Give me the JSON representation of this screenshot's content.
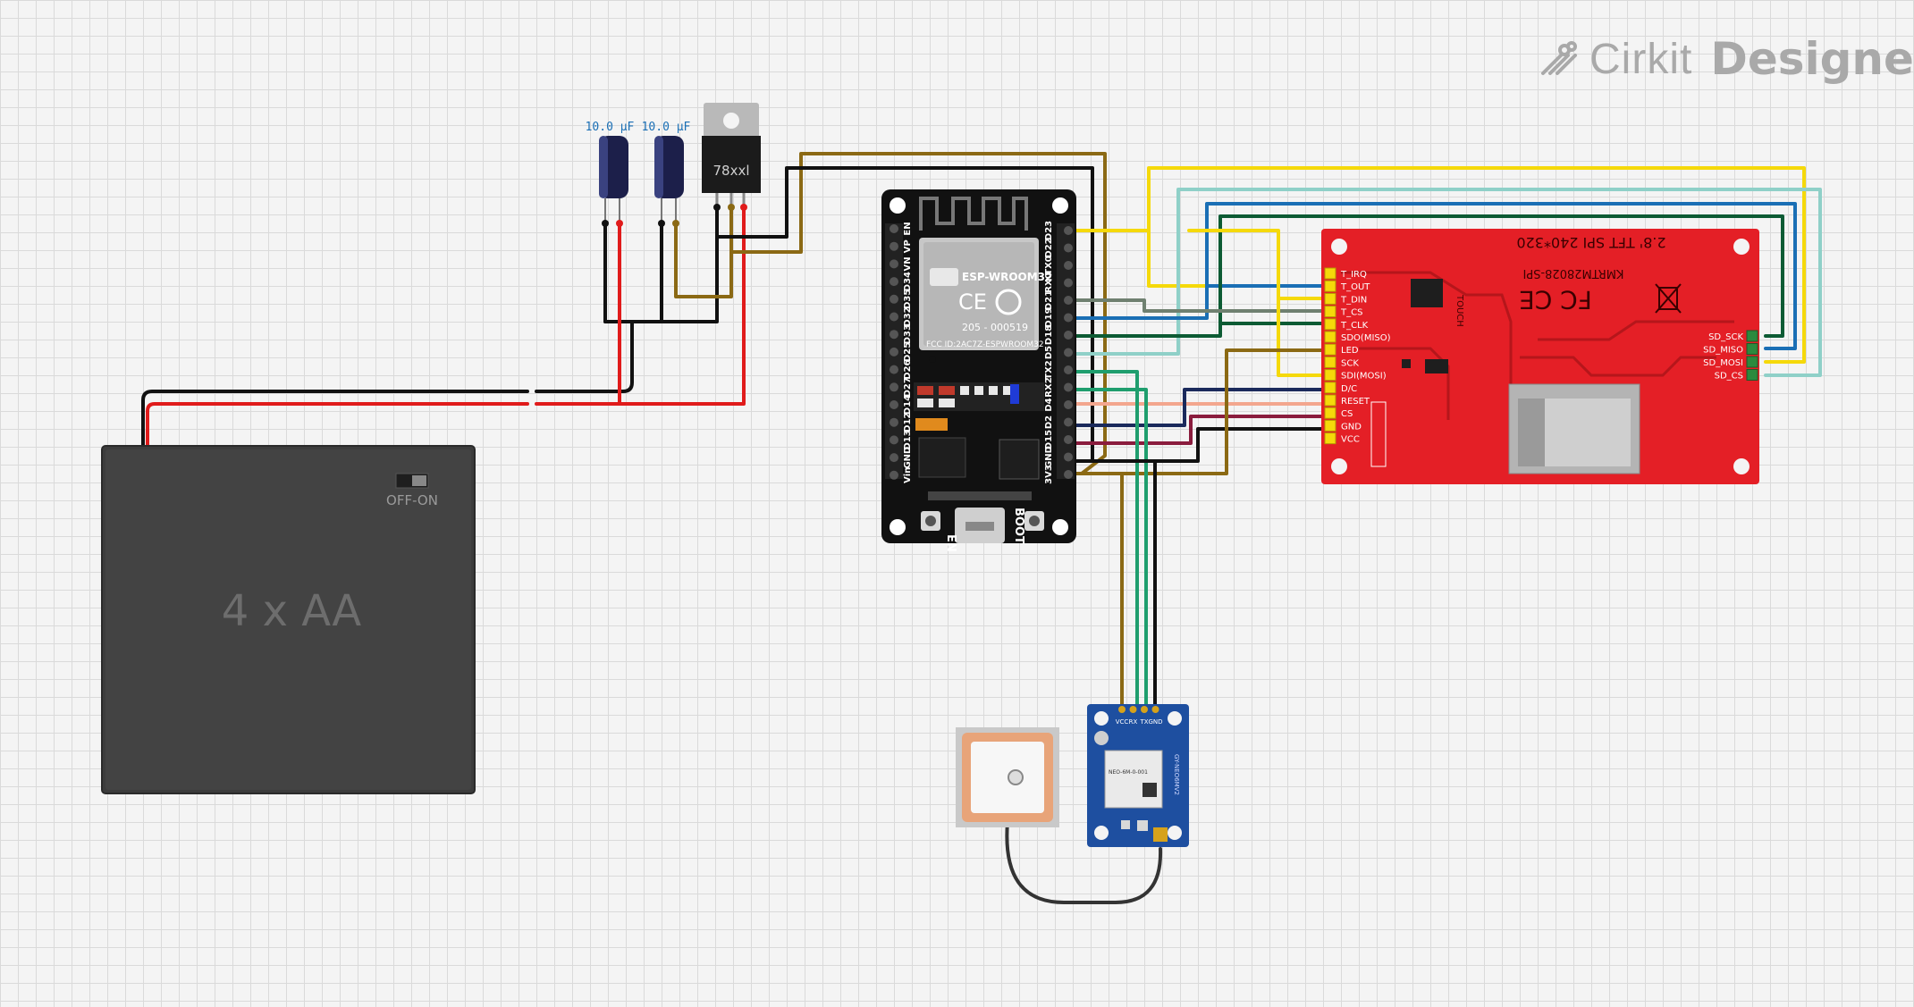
{
  "brand": {
    "name_part1": "Cirkit",
    "name_part2": "Designer"
  },
  "battery": {
    "label": "4 x AA",
    "switch_label": "OFF-ON"
  },
  "capacitors": [
    {
      "value": "10.0 µF"
    },
    {
      "value": "10.0 µF"
    }
  ],
  "regulator": {
    "label": "78xxl"
  },
  "esp32": {
    "module_name": "ESP-WROOM32",
    "cert_code": "205 - 000519",
    "fcc_id": "FCC ID:2AC7Z-ESPWROOM32",
    "en_label": "EN",
    "boot_label": "BOOT",
    "left_pins": [
      "EN",
      "VP",
      "VN",
      "D34",
      "D35",
      "D32",
      "D33",
      "D25",
      "D26",
      "D27",
      "D14",
      "D12",
      "D13",
      "GND",
      "Vin"
    ],
    "right_pins": [
      "D23",
      "D22",
      "TX0",
      "RX0",
      "D21",
      "D19",
      "D18",
      "D5",
      "TX2",
      "RX2",
      "D4",
      "D2",
      "D15",
      "GND",
      "3V3"
    ]
  },
  "tft": {
    "title": "2.8' TFT SPI 240*320",
    "model": "KMRTM28028-SPI",
    "touch_label": "TOUCH",
    "left_pins": [
      "T_IRQ",
      "T_OUT",
      "T_DIN",
      "T_CS",
      "T_CLK",
      "SDO(MISO)",
      "LED",
      "SCK",
      "SDI(MOSI)",
      "D/C",
      "RESET",
      "CS",
      "GND",
      "VCC"
    ],
    "right_pins": [
      "SD_SCK",
      "SD_MISO",
      "SD_MOSI",
      "SD_CS"
    ]
  },
  "gps": {
    "pins": [
      "VCC",
      "RX",
      "TX",
      "GND"
    ],
    "module_text": "NEO-6M-0-001",
    "board_label": "GY-NEO6MV2"
  },
  "colors": {
    "wire_black": "#111111",
    "wire_red": "#e01b1b",
    "wire_brown": "#8b6914",
    "wire_yellow": "#f5d90a",
    "wire_blue": "#1a6fb5",
    "wire_teal": "#1f9e6e",
    "wire_darkgreen": "#0d5b34",
    "wire_lightblue": "#8fd0c8",
    "wire_gray": "#6f8070",
    "wire_pink": "#f3a68e",
    "wire_navy": "#1b2a5c",
    "wire_maroon": "#8a1c3d",
    "tft_board": "#e41f26",
    "esp_board": "#111111",
    "gps_board": "#1e4fa0"
  }
}
